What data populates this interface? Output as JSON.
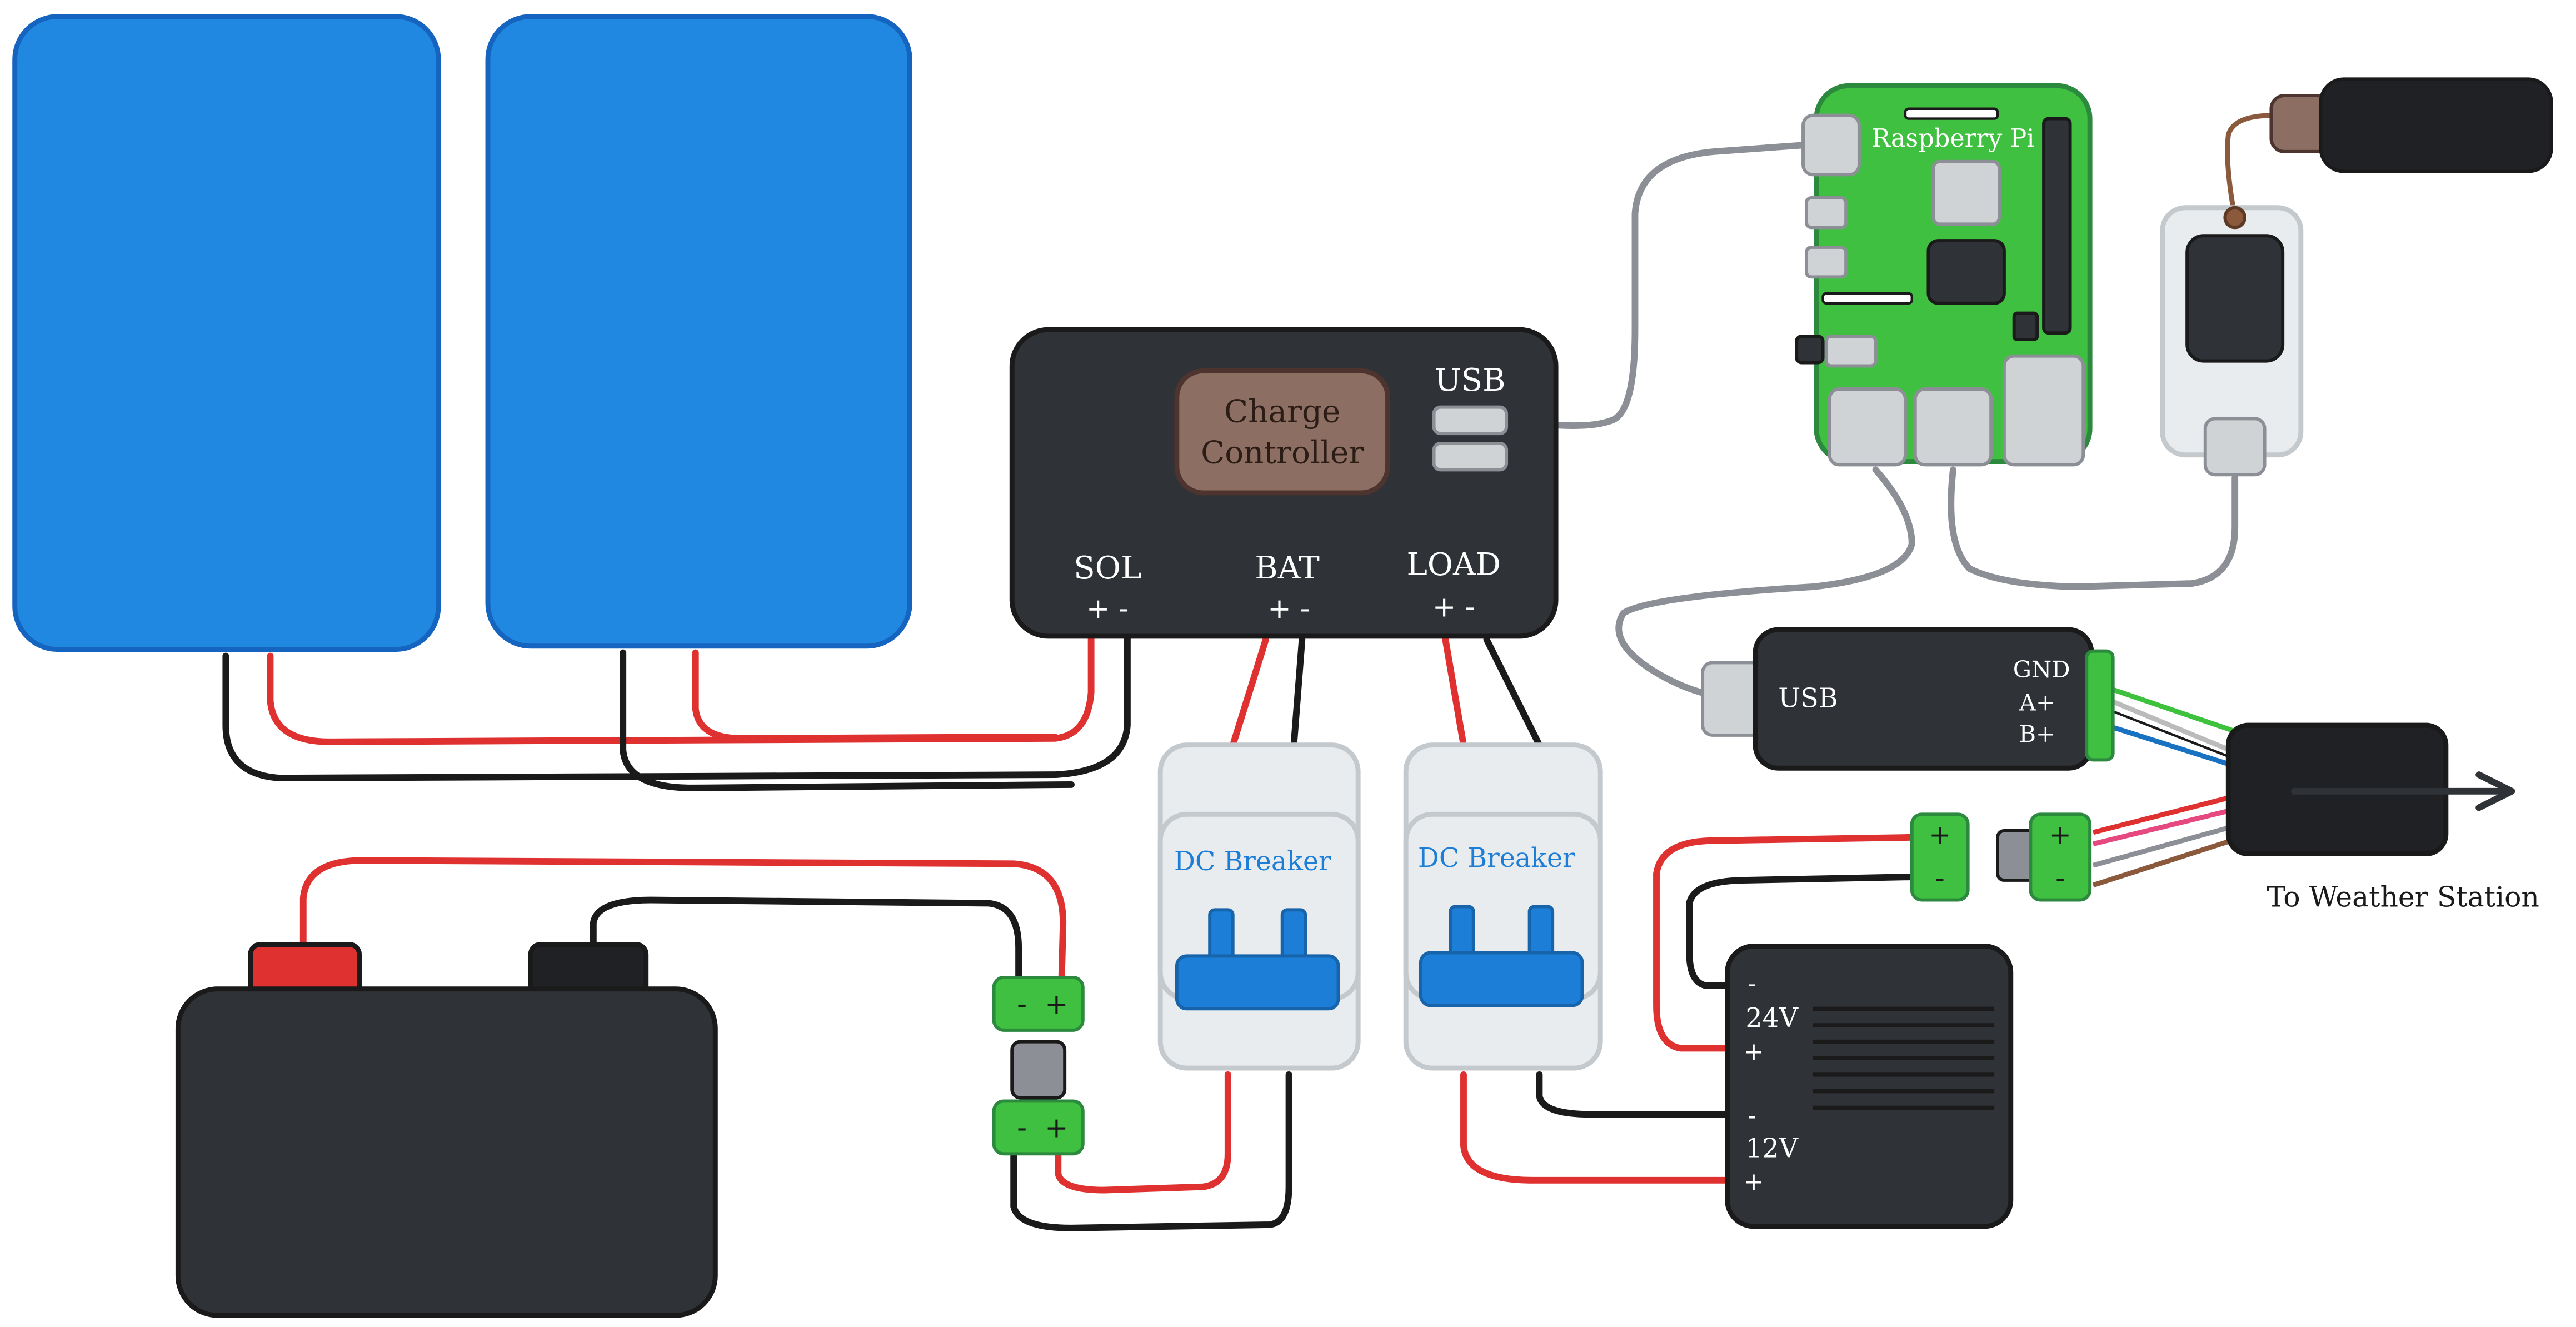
{
  "colors": {
    "solar_blue": "#2188e2",
    "solar_outline": "#1565c0",
    "dark_body": "#2f3236",
    "outline": "#1a1a1a",
    "wire_red": "#e03131",
    "wire_black": "#1a1a1a",
    "wire_grey": "#8c9096",
    "wire_green": "#3ec23e",
    "wire_blue": "#1971c2",
    "wire_pink": "#e64980",
    "wire_brown": "#8b5a3c",
    "connector_green": "#40c040",
    "breaker_body": "#e9ecef",
    "breaker_toggle": "#1c7ed6",
    "controller_label_bg": "#8d6e63",
    "pi_green": "#40c040",
    "port_grey": "#d0d3d6"
  },
  "charge_controller": {
    "label_line1": "Charge",
    "label_line2": "Controller",
    "usb_label": "USB",
    "sol_label": "SOL",
    "bat_label": "BAT",
    "load_label": "LOAD",
    "polarity": "+ -"
  },
  "raspberry_pi": {
    "label": "Raspberry Pi"
  },
  "breakers": [
    {
      "label": "DC Breaker"
    },
    {
      "label": "DC Breaker"
    }
  ],
  "rs485_adapter": {
    "usb_label": "USB",
    "gnd_label": "GND",
    "a_label": "A+",
    "b_label": "B+"
  },
  "converter": {
    "v24_label": "24V",
    "v12_label": "12V",
    "plus": "+",
    "minus": "-"
  },
  "connector_marks": {
    "plus": "+",
    "minus": "-"
  },
  "weather_station_label": "To Weather Station"
}
